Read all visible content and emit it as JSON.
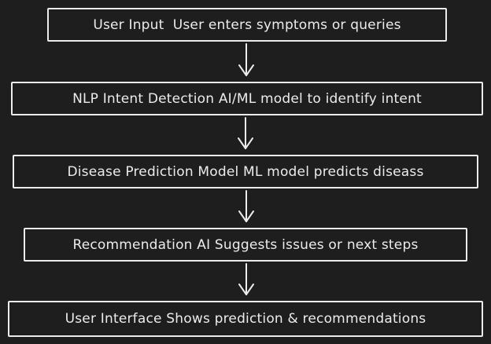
{
  "diagram": {
    "steps": [
      {
        "label": "User Input  User enters symptoms or queries"
      },
      {
        "label": "NLP Intent Detection AI/ML model to identify intent"
      },
      {
        "label": "Disease Prediction Model ML model predicts diseass"
      },
      {
        "label": "Recommendation AI Suggests issues or next steps"
      },
      {
        "label": "User Interface Shows prediction & recommendations"
      }
    ],
    "colors": {
      "background": "#1e1e1e",
      "stroke": "#ececec",
      "text": "#ececec"
    }
  }
}
